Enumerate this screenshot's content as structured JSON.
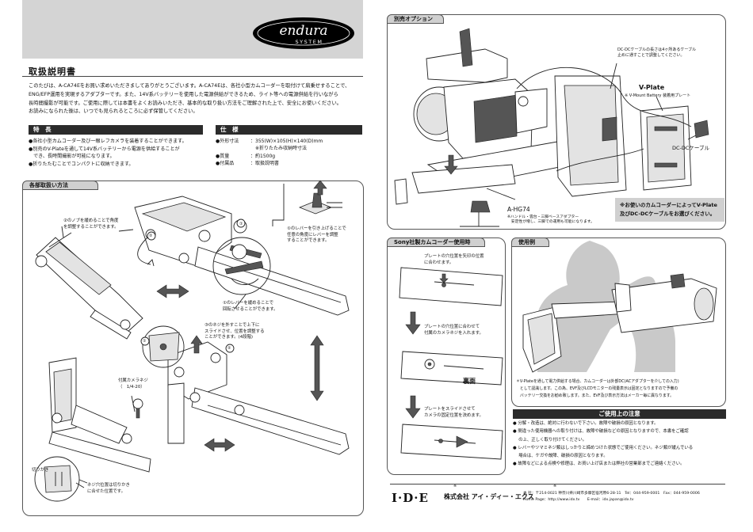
{
  "brand": {
    "logo_text_1": "endura",
    "logo_text_2": "SYSTEM"
  },
  "manual": {
    "title": "取扱説明書",
    "intro": [
      "このたびは、A-CA74Eをお買い求めいただきましてありがとうございます。A-CA74Eは、各社小型カムコーダーを取付けて肩乗せすることで、",
      "ENG/EFP運用を実現するアダプターです。また、14V系バッテリーを使用した電源供給ができるため、ライト等への電源供給を行いながら",
      "長時間撮影が可能です。ご使用に際しては本書をよくお読みいただき、基本的な取り扱い方法をご理解された上で、安全にお使いください。",
      "お読みになられた後は、いつでも見られるところに必ず保管してください。"
    ]
  },
  "features": {
    "heading": "特　長",
    "items": [
      "●各社小型カムコーダー及び一眼レフカメラを装着することができます。",
      "●別売のV-Plateを通して14V系バッテリーから電源を供給することが",
      "　でき、長時間撮影が可能になります。",
      "●折りたたむことでコンパクトに収納できます。"
    ]
  },
  "specs": {
    "heading": "仕　様",
    "rows": [
      {
        "key": "●外形寸法",
        "val": "：355(W)×105(H)×140(D)mm"
      },
      {
        "key": "",
        "val": "　※折りたたみ収納時寸法"
      },
      {
        "key": "●質量",
        "val": "：約1500g"
      },
      {
        "key": "●付属品",
        "val": "：取扱説明書"
      }
    ]
  },
  "handling": {
    "heading": "各部取扱い方法",
    "note_knob": [
      "②のノブを緩めることで角度",
      "を調整することができます。"
    ],
    "note_lever_top": [
      "①のレバーを引き上げることで",
      "任意の角度にレバーを調整",
      "することができます。"
    ],
    "note_lever_loosen": [
      "①のレバーを緩めることで",
      "回転させることができます。"
    ],
    "note_screw": [
      "③のネジを外すことで上下に",
      "スライドさせ、位置を調整する",
      "ことができます。(4段階)"
    ],
    "note_camera_screw": [
      "付属カメラネジ",
      "（　1/4-20）"
    ],
    "note_notch_label": "切りかき",
    "note_notch": [
      "ネジ穴位置は切りかき",
      "に合せた位置です。"
    ],
    "callouts": [
      "①",
      "②",
      "③"
    ]
  },
  "options": {
    "heading": "別売オプション",
    "dc_note": [
      "DC-DCケーブルの長さは4ヶ所あるケーブル",
      "止めに通すことで調整してください。"
    ],
    "vplate_label": "V-Plate",
    "vplate_note": "※ V-Mount Battery 装着用プレート",
    "dc_label": "DC-DCケーブル",
    "hg_label": "A-HG74",
    "hg_note": [
      "※ハンドル・雲台・三脚ベースアダプター",
      "　安定性が増し、三脚での運用も可能になります。"
    ],
    "advice": [
      "※お使いのカムコーダーによってV-Plate",
      "及びDC-DCケーブルをお選びください。"
    ]
  },
  "sony": {
    "heading": "Sony社製カムコーダー使用時",
    "step1": [
      "プレートの穴位置を矢印の位置",
      "に合わせます。"
    ],
    "step2": [
      "プレートの穴位置に合わせて",
      "付属のカメラネジを入れます。"
    ],
    "back_label": "裏面",
    "step3": [
      "プレートをスライドさせて",
      "カメラの固定位置を決めます。"
    ]
  },
  "usage": {
    "heading": "使用例",
    "note": [
      "＊V-Plateを通して電力供給する場合、カムコーダーは外部DC(ACアダプターを介しての入力)",
      "　として認識します。この為、EVF及びLCDモニターの残量表示は固定となりますので予備の",
      "　バッテリー交換をお勧め致します。また、EVF及び表示方法はメーカー毎に異なります。"
    ]
  },
  "cautions": {
    "heading": "ご使用上の注意",
    "items": [
      "● 分解・改造は、絶対に行わないで下さい。故障や破損の原因となります。",
      "● 間違った使用機器への取り付けは、故障や破損などの原因となりますので、本書をご確認",
      "　 の上、正しく取り付けてください。",
      "● レバーやツマミネジ類はしっかりと締めつけた状態でご使用ください。ネジ類が緩んでいる",
      "　 場合は、ケガや故障、破損の原因となります。",
      "● 故障などによる点検や修理は、お買い上げ店または弊社の営業部までご連絡ください。"
    ]
  },
  "footer": {
    "ide_logo": "I·D·E",
    "company": "株式会社 アイ・ディー・エクス",
    "address": "本 社：〒214-0021 神奈川県川崎市多摩区宿河原6-28-11　Tel：044-959-0001　Fax：044-959-0006",
    "web": "Home Page：http://www.idx.tv　　E-mail：idx.japan@idx.tv",
    "mark_1": "※",
    "mark_2": "※"
  },
  "colors": {
    "dark_band": "#2b2b2b",
    "light_band": "#d0d0d0",
    "header_gray": "#d4d4d4"
  },
  "icons": [
    "arrow-down-icon",
    "arrow-left-right-icon",
    "arrow-up-down-icon",
    "bullet-icon"
  ]
}
